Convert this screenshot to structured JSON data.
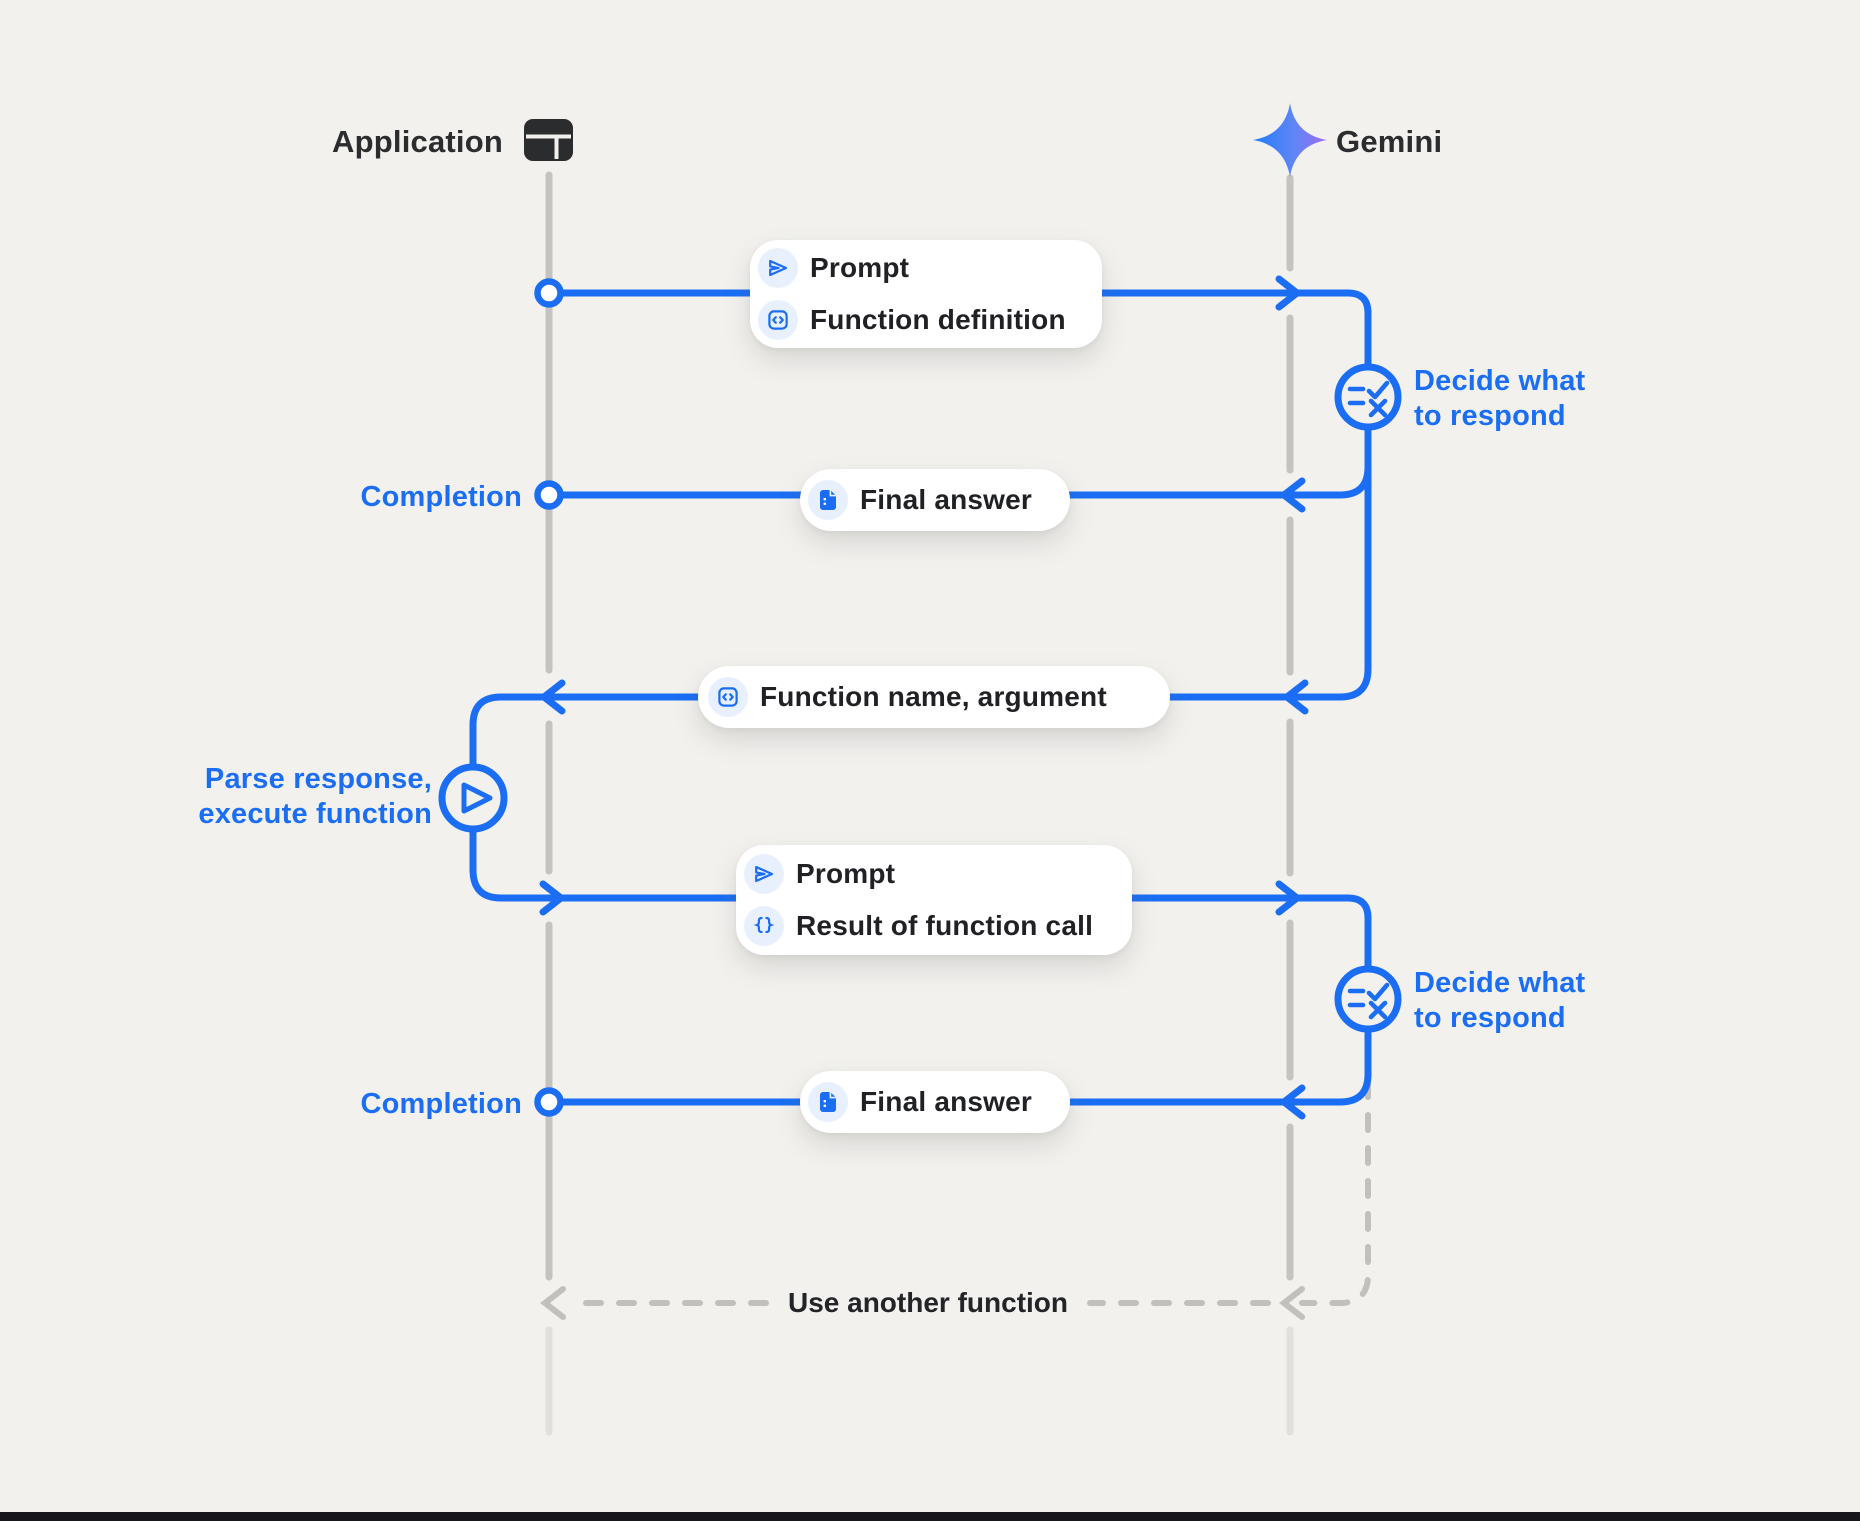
{
  "page": {
    "bg": "#f2f1ee",
    "accent_blue": "#1b6ef3",
    "lifeline_gray": "#c5c3c0",
    "pill_bg": "#ffffff",
    "chip_bg": "#e8f0fe",
    "text_dark": "#202124"
  },
  "header": {
    "application": {
      "label": "Application",
      "icon": "app-window-icon"
    },
    "gemini": {
      "label": "Gemini",
      "icon": "gemini-sparkle-icon"
    }
  },
  "flow": {
    "msg1": {
      "row1": {
        "icon": "send-icon",
        "label": "Prompt"
      },
      "row2": {
        "icon": "code-box-icon",
        "label": "Function definition"
      }
    },
    "decide1": {
      "icon": "decide-checklist-icon",
      "line1": "Decide what",
      "line2": "to respond"
    },
    "completion1": {
      "label": "Completion"
    },
    "final_answer1": {
      "icon": "document-icon",
      "label": "Final answer"
    },
    "function_name": {
      "icon": "code-box-icon",
      "label": "Function name,  argument"
    },
    "parse": {
      "icon": "play-icon",
      "line1": "Parse response,",
      "line2": "execute function"
    },
    "msg2": {
      "row1": {
        "icon": "send-icon",
        "label": "Prompt"
      },
      "row2": {
        "icon": "braces-icon",
        "label": "Result of function call"
      }
    },
    "decide2": {
      "icon": "decide-checklist-icon",
      "line1": "Decide what",
      "line2": "to respond"
    },
    "completion2": {
      "label": "Completion"
    },
    "final_answer2": {
      "icon": "document-icon",
      "label": "Final answer"
    },
    "loop": {
      "label": "Use another function"
    }
  }
}
